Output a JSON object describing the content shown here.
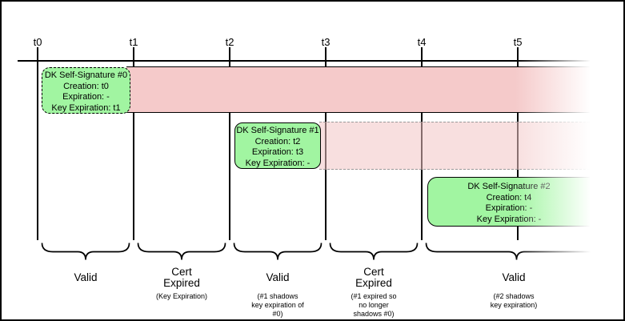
{
  "timeline": {
    "ticks": [
      "t0",
      "t1",
      "t2",
      "t3",
      "t4",
      "t5"
    ]
  },
  "signatures": [
    {
      "title": "DK Self-Signature #0",
      "lines": [
        "Creation: t0",
        "Expiration: -",
        "Key Expiration: t1"
      ]
    },
    {
      "title": "DK Self-Signature #1",
      "lines": [
        "Creation: t2",
        "Expiration: t3",
        "Key Expiration: -"
      ]
    },
    {
      "title": "DK Self-Signature #2",
      "lines": [
        "Creation: t4",
        "Expiration: -",
        "Key Expiration: -"
      ]
    }
  ],
  "periods": [
    {
      "label": "Valid",
      "note": ""
    },
    {
      "label": "Cert\nExpired",
      "note": "(Key Expiration)"
    },
    {
      "label": "Valid",
      "note": "(#1 shadows\nkey expiration of\n#0)"
    },
    {
      "label": "Cert\nExpired",
      "note": "(#1 expired so\nno longer\nshadows #0)"
    },
    {
      "label": "Valid",
      "note": "(#2 shadows\nkey expiration)"
    }
  ],
  "colors": {
    "signature_green": "#a1f5a1",
    "band_red": "#f5caca",
    "band_red_light": "rgba(242,196,196,0.55)",
    "line_black": "#000000"
  }
}
